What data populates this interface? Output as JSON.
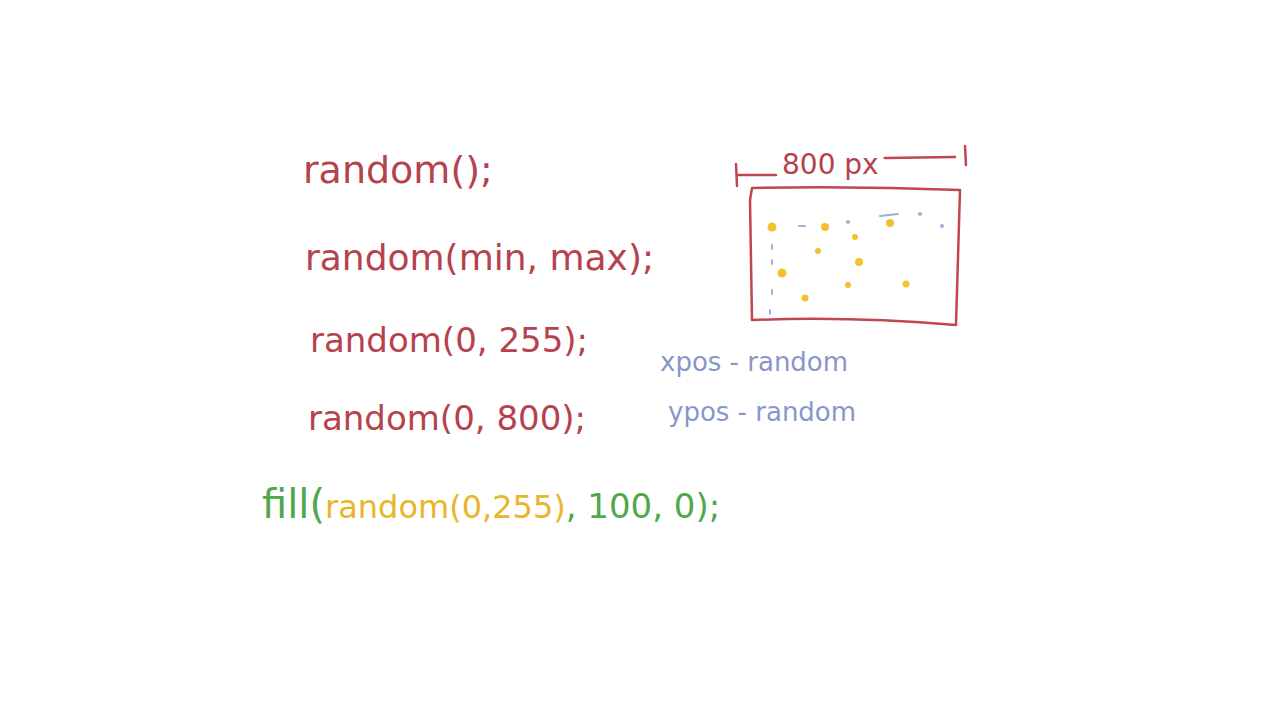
{
  "diagram": {
    "labels": [
      "random();",
      "random(min, max);",
      "random(0, 255);",
      "random(0, 800);",
      "800 px",
      "xpos - random",
      "ypos - random",
      "fill(",
      "random(0,255)",
      ", 100, 0);"
    ]
  }
}
